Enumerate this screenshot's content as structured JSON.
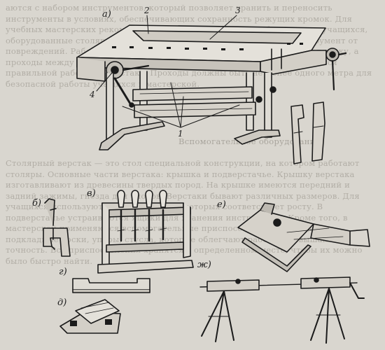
{
  "background_text": {
    "top": "аются с набором инструментов, который позволяет хранить и переносить инструменты в условиях, обеспечивающих сохранность режущих кромок. Для учебных мастерских рекомендуется иметь собственные рабочие места учащихся, оборудованные столярными верстаками, которые предохраняют инструмент от повреждений. Рабочие места располагаются рядами, чтобы свет падал сбоку, а проходы между верстаками были свободными (рис. 1). Ученики обучаются правильной работе на верстаке. Проходы должны быть не менее одного метра для безопасной работы учащихся в мастерской.",
    "bottom": "Столярный верстак — это стол специальной конструкции, на котором работают столяры. Основные части верстака: крышка и подверстачье. Крышку верстака изготавливают из древесины твердых пород. На крышке имеются передний и задний зажимы, гнезда для упоров. Верстаки бывают различных размеров. Для учащихся используют верстаки, высота которых соответствует росту. В подверстачье устраиваются ящики для хранения инструмента. Кроме того, в мастерской применяются вспомогательные приспособления: струбцины, подкладные доски, упоры, стусла, которые облегчают работу и повышают ее точность. Все приспособления хранятся в определенном месте, чтобы их можно было быстро найти."
  },
  "heading": "Вспомогательное оборудование",
  "labels": {
    "a": "а)",
    "b": "б)",
    "v": "в)",
    "g": "г)",
    "d": "д)",
    "e": "е)",
    "zh": "ж)"
  },
  "numbers": {
    "n1": "1",
    "n2": "2",
    "n3": "3",
    "n4": "4"
  },
  "colors": {
    "ink": "#1b1b1b",
    "paper": "#d9d6cf",
    "ghost_text": "#b2aea6"
  }
}
